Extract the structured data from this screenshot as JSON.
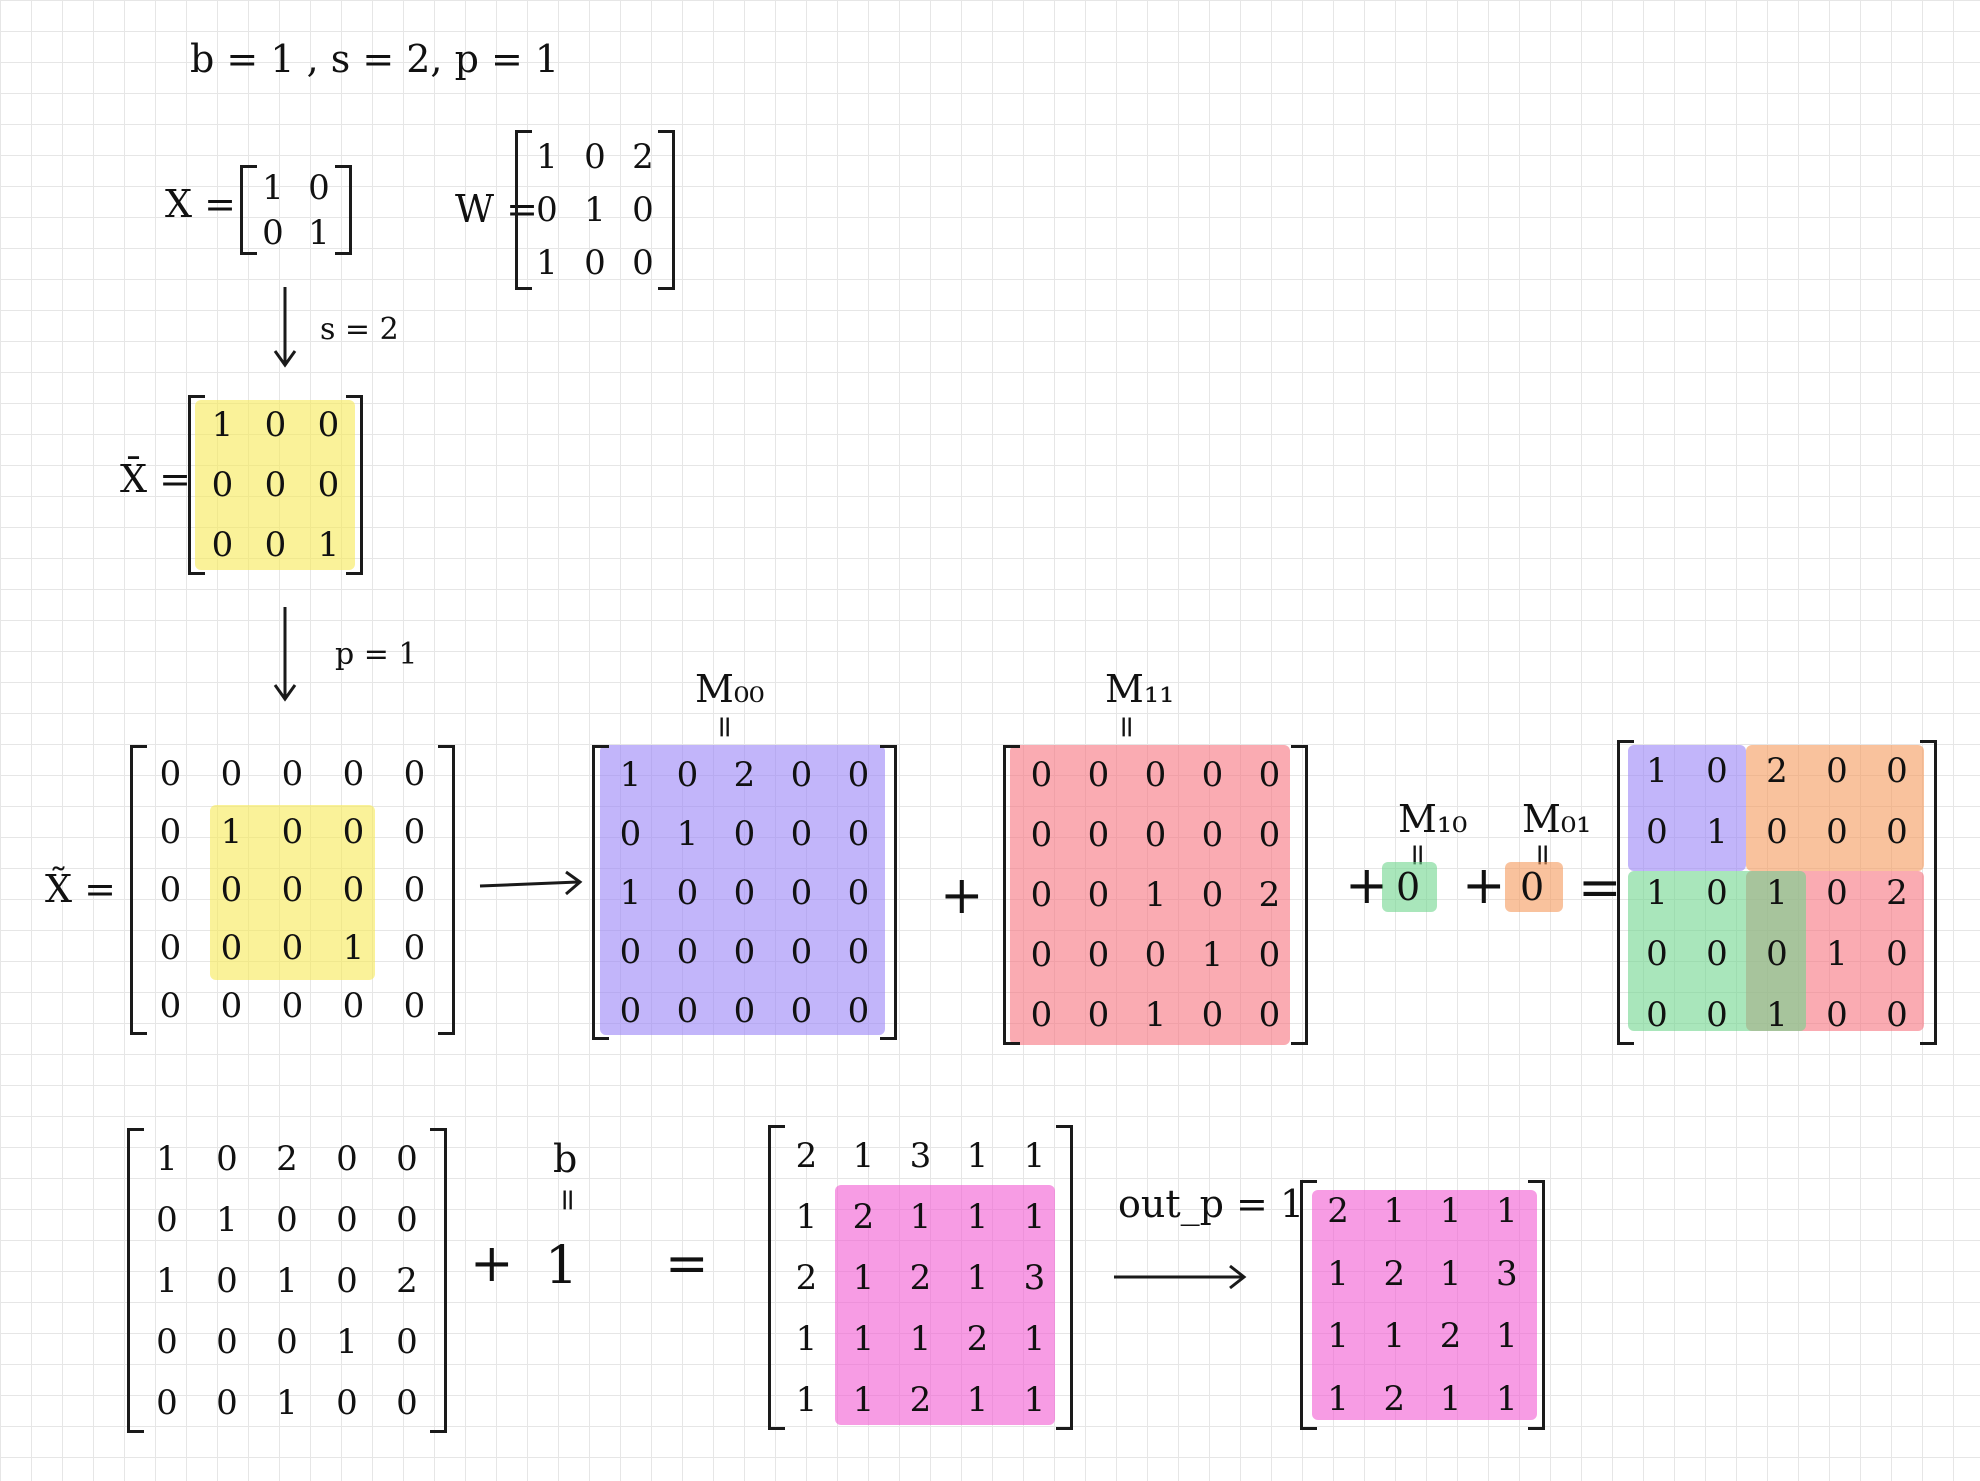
{
  "params": "b = 1 , s = 2, p = 1",
  "x_label": "X =",
  "w_label": "W =",
  "step1_label": "s = 2",
  "xbar_label": "X̄ =",
  "step2_label": "p = 1",
  "xtilde_label": "X̃ =",
  "m00_label": "M₀₀",
  "m11_label": "M₁₁",
  "m10_label": "M₁₀",
  "m01_label": "M₀₁",
  "eq_sign": "=",
  "plus_sign": "+",
  "b_label": "b",
  "b_value": "1",
  "zero": "0",
  "outp_label": "out_p = 1",
  "matrices": {
    "X": [
      [
        "1",
        "0"
      ],
      [
        "0",
        "1"
      ]
    ],
    "W": [
      [
        "1",
        "0",
        "2"
      ],
      [
        "0",
        "1",
        "0"
      ],
      [
        "1",
        "0",
        "0"
      ]
    ],
    "Xbar": [
      [
        "1",
        "0",
        "0"
      ],
      [
        "0",
        "0",
        "0"
      ],
      [
        "0",
        "0",
        "1"
      ]
    ],
    "Xtilde": [
      [
        "0",
        "0",
        "0",
        "0",
        "0"
      ],
      [
        "0",
        "1",
        "0",
        "0",
        "0"
      ],
      [
        "0",
        "0",
        "0",
        "0",
        "0"
      ],
      [
        "0",
        "0",
        "0",
        "1",
        "0"
      ],
      [
        "0",
        "0",
        "0",
        "0",
        "0"
      ]
    ],
    "M00": [
      [
        "1",
        "0",
        "2",
        "0",
        "0"
      ],
      [
        "0",
        "1",
        "0",
        "0",
        "0"
      ],
      [
        "1",
        "0",
        "0",
        "0",
        "0"
      ],
      [
        "0",
        "0",
        "0",
        "0",
        "0"
      ],
      [
        "0",
        "0",
        "0",
        "0",
        "0"
      ]
    ],
    "M11": [
      [
        "0",
        "0",
        "0",
        "0",
        "0"
      ],
      [
        "0",
        "0",
        "0",
        "0",
        "0"
      ],
      [
        "0",
        "0",
        "1",
        "0",
        "2"
      ],
      [
        "0",
        "0",
        "0",
        "1",
        "0"
      ],
      [
        "0",
        "0",
        "1",
        "0",
        "0"
      ]
    ],
    "Sum": [
      [
        "1",
        "0",
        "2",
        "0",
        "0"
      ],
      [
        "0",
        "1",
        "0",
        "0",
        "0"
      ],
      [
        "1",
        "0",
        "1",
        "0",
        "2"
      ],
      [
        "0",
        "0",
        "0",
        "1",
        "0"
      ],
      [
        "0",
        "0",
        "1",
        "0",
        "0"
      ]
    ],
    "Sum2": [
      [
        "1",
        "0",
        "2",
        "0",
        "0"
      ],
      [
        "0",
        "1",
        "0",
        "0",
        "0"
      ],
      [
        "1",
        "0",
        "1",
        "0",
        "2"
      ],
      [
        "0",
        "0",
        "0",
        "1",
        "0"
      ],
      [
        "0",
        "0",
        "1",
        "0",
        "0"
      ]
    ],
    "Result": [
      [
        "2",
        "1",
        "3",
        "1",
        "1"
      ],
      [
        "1",
        "2",
        "1",
        "1",
        "1"
      ],
      [
        "2",
        "1",
        "2",
        "1",
        "3"
      ],
      [
        "1",
        "1",
        "1",
        "2",
        "1"
      ],
      [
        "1",
        "1",
        "2",
        "1",
        "1"
      ]
    ],
    "Final": [
      [
        "2",
        "1",
        "1",
        "1"
      ],
      [
        "1",
        "2",
        "1",
        "3"
      ],
      [
        "1",
        "1",
        "2",
        "1"
      ],
      [
        "1",
        "2",
        "1",
        "1"
      ]
    ]
  },
  "colors": {
    "yellow": "#f7ea55",
    "purple": "#9a84f7",
    "red": "#f7737f",
    "green": "#6fd68e",
    "orange": "#f59a5c",
    "magenta": "#f25ad2"
  }
}
